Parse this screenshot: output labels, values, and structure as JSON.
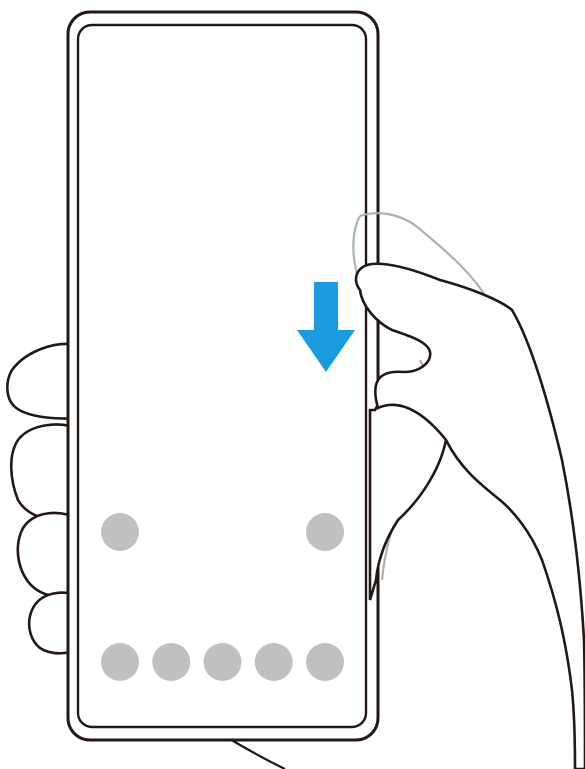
{
  "colors": {
    "background": "#ffffff",
    "outline": "#231815",
    "ghost_finger": "#b0b0b0",
    "arrow": "#1a9be0",
    "dots": "#c0c0c0"
  },
  "icons": {
    "phone": "phone-icon",
    "hand": "hand-icon",
    "gesture_arrow": "arrow-down-icon",
    "screen_dot": "circle-icon"
  },
  "gesture": {
    "direction": "down",
    "edge": "right"
  },
  "screen_dots": {
    "upper_row_count": 2,
    "bottom_row_count": 5
  }
}
